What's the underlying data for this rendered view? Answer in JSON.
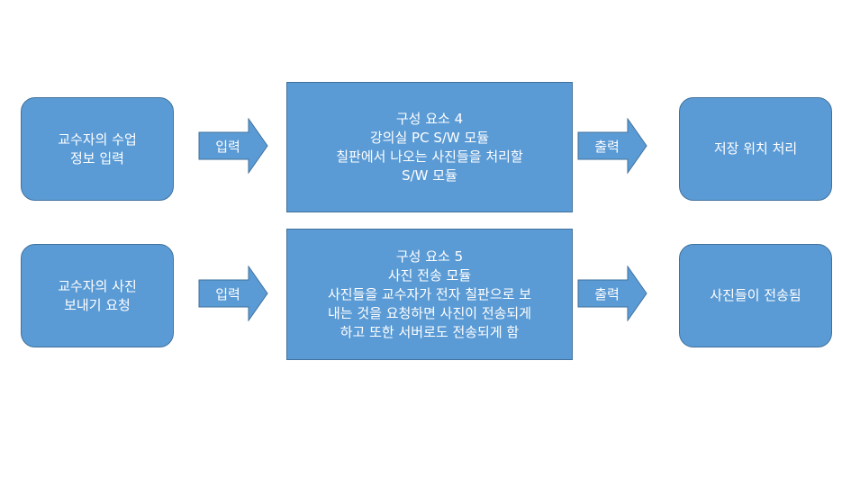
{
  "row1": {
    "left_box": [
      "교수자의 수업",
      "정보 입력"
    ],
    "arrow_in": "입력",
    "center_box": [
      "구성 요소 4",
      "강의실 PC S/W 모듈",
      "칠판에서 나오는 사진들을 처리할",
      "S/W 모듈"
    ],
    "arrow_out": "출력",
    "right_box": [
      "저장 위치 처리"
    ]
  },
  "row2": {
    "left_box": [
      "교수자의 사진",
      "보내기 요청"
    ],
    "arrow_in": "입력",
    "center_box": [
      "구성 요소 5",
      "사진 전송 모듈",
      "사진들을 교수자가 전자 칠판으로 보",
      "내는 것을 요청하면 사진이 전송되게",
      "하고 또한 서버로도 전송되게 함"
    ],
    "arrow_out": "출력",
    "right_box": [
      "사진들이 전송됨"
    ]
  },
  "colors": {
    "fill": "#5b9bd5",
    "stroke": "#41719c",
    "text": "#ffffff",
    "background": "#ffffff"
  }
}
